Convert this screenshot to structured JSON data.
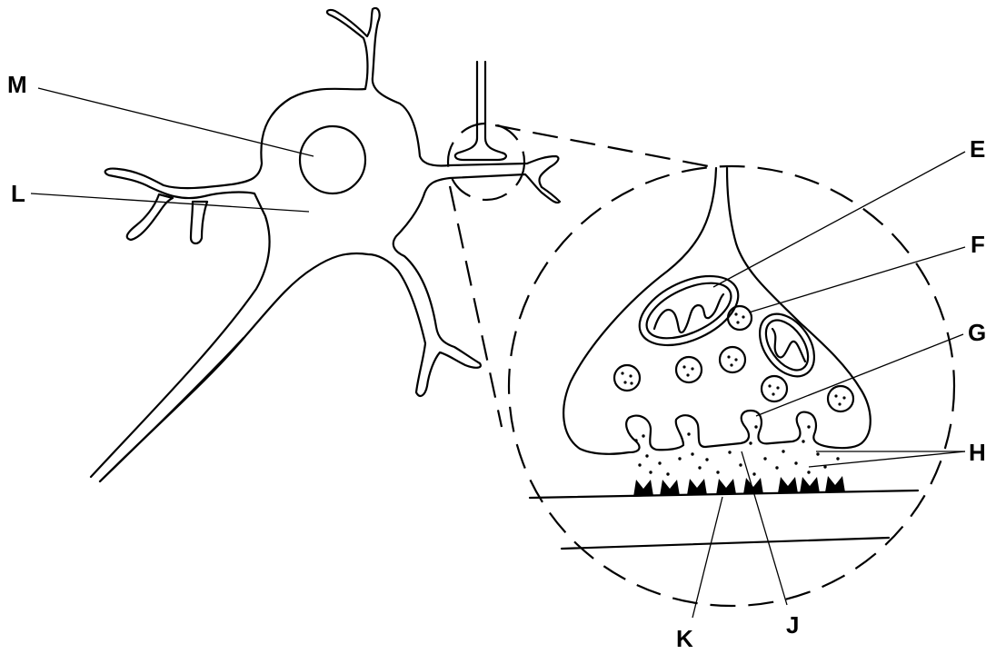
{
  "labels": {
    "M": "M",
    "L": "L",
    "E": "E",
    "F": "F",
    "G": "G",
    "H": "H",
    "K": "K",
    "J": "J"
  }
}
